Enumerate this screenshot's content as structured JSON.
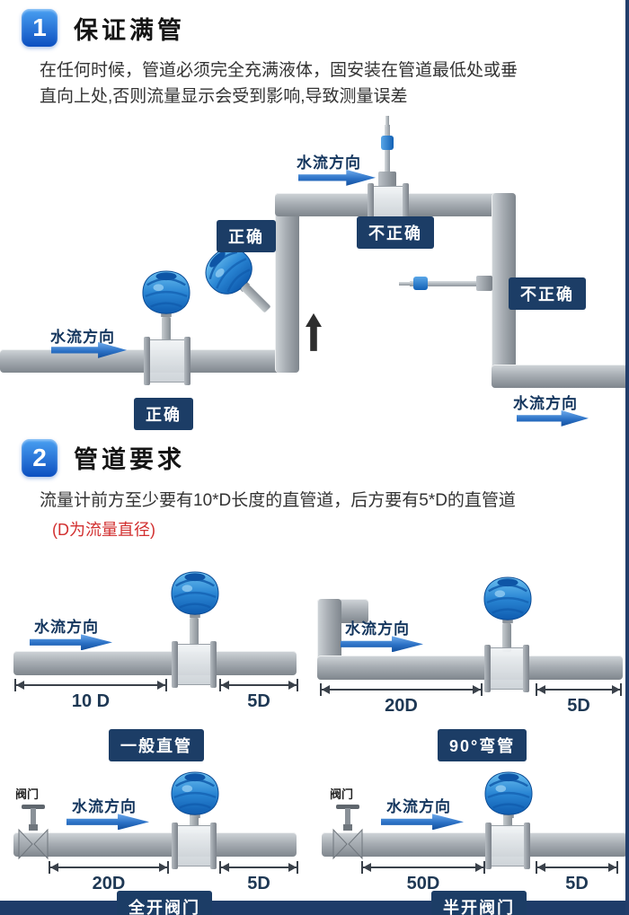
{
  "theme": {
    "accent": "#1a64c8",
    "navy": "#1c3d66",
    "red": "#d23030",
    "pipe_gray": "#a8aeb4"
  },
  "section1": {
    "number": "1",
    "title": "保证满管",
    "body_line1": "在任何时候，管道必须完全充满液体，固安装在管道最低处或垂",
    "body_line2": "直向上处,否则流量显示会受到影响,导致测量误差",
    "labels": {
      "flow_top": "水流方向",
      "flow_left": "水流方向",
      "flow_right": "水流方向",
      "correct_riser": "正确",
      "correct_bottom": "正确",
      "incorrect_top": "不正确",
      "incorrect_right": "不正确"
    }
  },
  "section2": {
    "number": "2",
    "title": "管道要求",
    "body": "流量计前方至少要有10*D长度的直管道，后方要有5*D的直管道",
    "note": "(D为流量直径)",
    "diagrams": [
      {
        "flow": "水流方向",
        "dim_front": "10 D",
        "dim_back": "5D",
        "caption": "一般直管"
      },
      {
        "flow": "水流方向",
        "dim_front": "20D",
        "dim_back": "5D",
        "caption": "90°弯管"
      },
      {
        "valve": "阀门",
        "flow": "水流方向",
        "dim_front": "20D",
        "dim_back": "5D",
        "caption": "全开阀门"
      },
      {
        "valve": "阀门",
        "flow": "水流方向",
        "dim_front": "50D",
        "dim_back": "5D",
        "caption": "半开阀门"
      }
    ]
  }
}
